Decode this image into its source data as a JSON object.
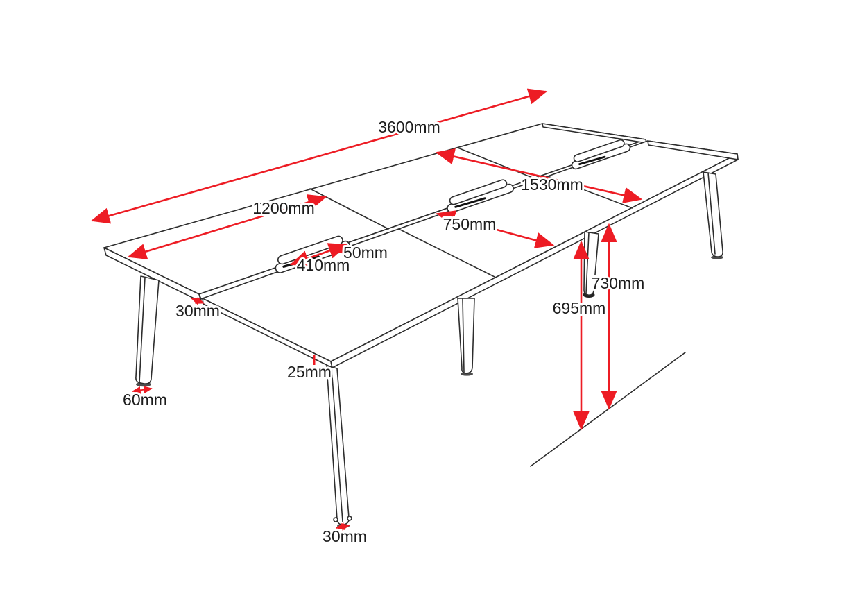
{
  "meta": {
    "background_color": "#ffffff",
    "line_color": "#2d2d2d",
    "dimension_color": "#ed1c24",
    "text_color": "#1c1c1c"
  },
  "drawing": {
    "subject": "Back-to-back bench desk system, isometric technical line drawing with red dimension arrows",
    "dimensions": {
      "overall_length": "3600mm",
      "overall_depth": "1530mm",
      "desktop_length": "1200mm",
      "desktop_depth": "750mm",
      "cable_port_length": "410mm",
      "cable_port_width": "50mm",
      "desktop_gap": "30mm",
      "desktop_thickness": "25mm",
      "foot_width": "60mm",
      "underside_height": "695mm",
      "desktop_height": "730mm",
      "leg_width": "30mm"
    }
  }
}
